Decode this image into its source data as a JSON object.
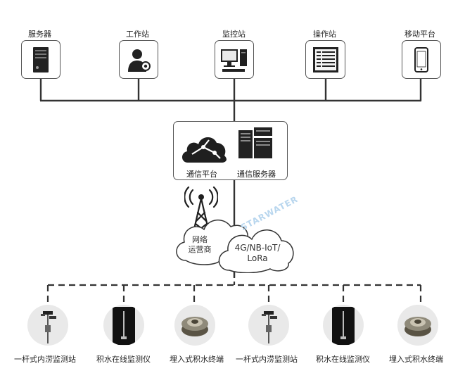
{
  "top_nodes": [
    {
      "label": "服务器",
      "icon": "server-icon"
    },
    {
      "label": "工作站",
      "icon": "workstation-user-icon"
    },
    {
      "label": "监控站",
      "icon": "monitor-desktop-icon"
    },
    {
      "label": "操作站",
      "icon": "operator-panel-icon"
    },
    {
      "label": "移动平台",
      "icon": "mobile-phone-icon"
    }
  ],
  "hub": {
    "left_label": "通信平台",
    "right_label": "通信服务器",
    "left_icon": "cloud-network-icon",
    "right_icon": "server-rack-icon"
  },
  "network": {
    "carrier_label": "网络\n运营商",
    "protocol_label": "4G/NB-IoT/\nLoRa",
    "tower_icon": "signal-tower-icon",
    "watermark": "STARWATER"
  },
  "devices": [
    {
      "label": "一杆式内涝监测站",
      "icon": "pole-station-icon"
    },
    {
      "label": "积水在线监测仪",
      "icon": "water-monitor-box-icon"
    },
    {
      "label": "埋入式积水终端",
      "icon": "buried-terminal-icon"
    },
    {
      "label": "一杆式内涝监测站",
      "icon": "pole-station-icon"
    },
    {
      "label": "积水在线监测仪",
      "icon": "water-monitor-box-icon"
    },
    {
      "label": "埋入式积水终端",
      "icon": "buried-terminal-icon"
    }
  ],
  "colors": {
    "line": "#333333",
    "border": "#555555",
    "circle_bg": "#e9e9e9"
  }
}
